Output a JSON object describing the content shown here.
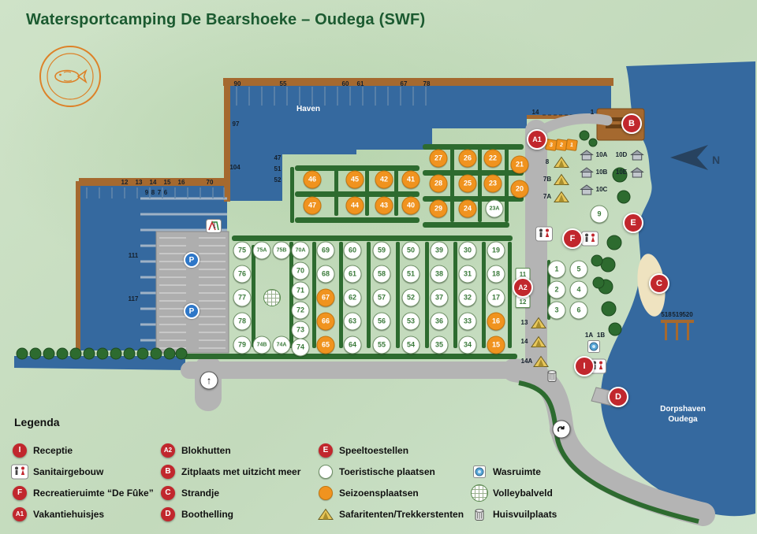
{
  "title": "Watersportcamping De Bearshoeke – Oudega (SWF)",
  "compass": "N",
  "colors": {
    "water": "#35699f",
    "pier": "#a5692f",
    "hedge": "#2d6b2f",
    "road": "#b4b4b4",
    "marker_red": "#c1272d",
    "site_orange": "#f0931f",
    "site_white": "#ffffff",
    "sand": "#efe3c0",
    "compass_navy": "#27425f",
    "title_green": "#1b5a30",
    "logo_orange": "#dd8127",
    "background_green": "#c9dfc2",
    "parking_blue": "#2e77c8"
  },
  "map": {
    "water_labels": [
      [
        "Haven",
        391,
        139
      ],
      [
        "Dorpshaven",
        866,
        520
      ],
      [
        "Oudega",
        866,
        533
      ]
    ],
    "pier_labels": [
      [
        "90",
        301,
        107
      ],
      [
        "55",
        359,
        107
      ],
      [
        "60",
        438,
        107
      ],
      [
        "61",
        457,
        107
      ],
      [
        "67",
        512,
        107
      ],
      [
        "78",
        541,
        107
      ],
      [
        "97",
        299,
        158
      ],
      [
        "104",
        298,
        213
      ],
      [
        "47",
        352,
        201
      ],
      [
        "51",
        352,
        215
      ],
      [
        "52",
        352,
        229
      ],
      [
        "12",
        158,
        232
      ],
      [
        "13",
        176,
        232
      ],
      [
        "14",
        194,
        232
      ],
      [
        "15",
        212,
        232
      ],
      [
        "16",
        230,
        232
      ],
      [
        "70",
        266,
        232
      ],
      [
        "9",
        186,
        245
      ],
      [
        "8",
        194,
        245
      ],
      [
        "7",
        202,
        245
      ],
      [
        "6",
        210,
        245
      ],
      [
        "111",
        169,
        325
      ],
      [
        "117",
        169,
        380
      ],
      [
        "14",
        679,
        143
      ],
      [
        "1",
        751,
        143
      ],
      [
        "518",
        845,
        400
      ],
      [
        "519",
        859,
        400
      ],
      [
        "520",
        872,
        400
      ],
      [
        "1A",
        747,
        426
      ],
      [
        "1B",
        762,
        426
      ]
    ],
    "sites": [
      [
        "46",
        396,
        228,
        "o"
      ],
      [
        "45",
        450,
        228,
        "o"
      ],
      [
        "42",
        487,
        228,
        "o"
      ],
      [
        "41",
        521,
        228,
        "o"
      ],
      [
        "47",
        396,
        261,
        "o"
      ],
      [
        "44",
        450,
        261,
        "o"
      ],
      [
        "43",
        487,
        261,
        "o"
      ],
      [
        "40",
        521,
        261,
        "o"
      ],
      [
        "27",
        556,
        201,
        "o"
      ],
      [
        "26",
        593,
        201,
        "o"
      ],
      [
        "22",
        625,
        201,
        "o"
      ],
      [
        "21",
        659,
        209,
        "o"
      ],
      [
        "28",
        556,
        233,
        "o"
      ],
      [
        "25",
        593,
        233,
        "o"
      ],
      [
        "23",
        625,
        233,
        "o"
      ],
      [
        "20",
        659,
        240,
        "o"
      ],
      [
        "29",
        556,
        265,
        "o"
      ],
      [
        "24",
        593,
        265,
        "o"
      ],
      [
        "23A",
        627,
        265,
        "w"
      ],
      [
        "75",
        307,
        318,
        "w"
      ],
      [
        "75A",
        332,
        318,
        "w"
      ],
      [
        "75B",
        357,
        318,
        "w"
      ],
      [
        "70A",
        381,
        318,
        "w"
      ],
      [
        "69",
        413,
        318,
        "w"
      ],
      [
        "60",
        447,
        318,
        "w"
      ],
      [
        "59",
        484,
        318,
        "w"
      ],
      [
        "50",
        521,
        318,
        "w"
      ],
      [
        "39",
        557,
        318,
        "w"
      ],
      [
        "30",
        593,
        318,
        "w"
      ],
      [
        "19",
        629,
        318,
        "w"
      ],
      [
        "76",
        307,
        348,
        "w"
      ],
      [
        "70",
        381,
        344,
        "w"
      ],
      [
        "68",
        413,
        348,
        "w"
      ],
      [
        "61",
        447,
        348,
        "w"
      ],
      [
        "58",
        484,
        348,
        "w"
      ],
      [
        "51",
        521,
        348,
        "w"
      ],
      [
        "38",
        557,
        348,
        "w"
      ],
      [
        "31",
        593,
        348,
        "w"
      ],
      [
        "18",
        629,
        348,
        "w"
      ],
      [
        "77",
        307,
        378,
        "w"
      ],
      [
        "71",
        381,
        369,
        "w"
      ],
      [
        "67",
        413,
        378,
        "o"
      ],
      [
        "62",
        447,
        378,
        "w"
      ],
      [
        "57",
        484,
        378,
        "w"
      ],
      [
        "52",
        521,
        378,
        "w"
      ],
      [
        "37",
        557,
        378,
        "w"
      ],
      [
        "32",
        593,
        378,
        "w"
      ],
      [
        "17",
        629,
        378,
        "w"
      ],
      [
        "78",
        307,
        408,
        "w"
      ],
      [
        "72",
        381,
        394,
        "w"
      ],
      [
        "66",
        413,
        408,
        "o"
      ],
      [
        "63",
        447,
        408,
        "w"
      ],
      [
        "56",
        484,
        408,
        "w"
      ],
      [
        "53",
        521,
        408,
        "w"
      ],
      [
        "36",
        557,
        408,
        "w"
      ],
      [
        "33",
        593,
        408,
        "w"
      ],
      [
        "16",
        629,
        408,
        "o"
      ],
      [
        "79",
        307,
        438,
        "w"
      ],
      [
        "74B",
        332,
        438,
        "w"
      ],
      [
        "74A",
        357,
        438,
        "w"
      ],
      [
        "73",
        381,
        419,
        "w"
      ],
      [
        "74",
        381,
        441,
        "w"
      ],
      [
        "65",
        413,
        438,
        "o"
      ],
      [
        "64",
        447,
        438,
        "w"
      ],
      [
        "55",
        484,
        438,
        "w"
      ],
      [
        "54",
        521,
        438,
        "w"
      ],
      [
        "35",
        557,
        438,
        "w"
      ],
      [
        "34",
        593,
        438,
        "w"
      ],
      [
        "15",
        629,
        438,
        "o"
      ],
      [
        "1",
        706,
        342,
        "w"
      ],
      [
        "5",
        734,
        342,
        "w"
      ],
      [
        "2",
        706,
        368,
        "w"
      ],
      [
        "4",
        734,
        368,
        "w"
      ],
      [
        "3",
        706,
        394,
        "w"
      ],
      [
        "6",
        734,
        394,
        "w"
      ],
      [
        "9",
        760,
        272,
        "w"
      ]
    ],
    "squares": [
      [
        "3",
        699,
        184,
        "o"
      ],
      [
        "2",
        712,
        184,
        "o"
      ],
      [
        "1",
        725,
        184,
        "o"
      ],
      [
        "11",
        663,
        348,
        "w"
      ],
      [
        "12",
        663,
        383,
        "w"
      ]
    ],
    "markers": [
      [
        "A1",
        681,
        177
      ],
      [
        "A2",
        663,
        365
      ],
      [
        "B",
        801,
        157
      ],
      [
        "C",
        836,
        360
      ],
      [
        "D",
        784,
        504
      ],
      [
        "E",
        803,
        283
      ],
      [
        "F",
        726,
        303
      ],
      [
        "I",
        741,
        465
      ]
    ],
    "tents": [
      [
        "8",
        712,
        206
      ],
      [
        "7B",
        712,
        228
      ],
      [
        "7A",
        712,
        250
      ],
      [
        "13",
        683,
        410
      ],
      [
        "14",
        683,
        434
      ],
      [
        "14A",
        686,
        459
      ]
    ],
    "cabins": [
      [
        "10A",
        744,
        197,
        "right"
      ],
      [
        "10B",
        744,
        219,
        "right"
      ],
      [
        "10C",
        744,
        241,
        "right"
      ],
      [
        "10D",
        808,
        197,
        "left"
      ],
      [
        "10E",
        808,
        219,
        "left"
      ]
    ],
    "icons": [
      [
        "parking",
        243,
        330
      ],
      [
        "parking",
        243,
        395
      ],
      [
        "playground",
        271,
        287
      ],
      [
        "sanitair",
        690,
        297
      ],
      [
        "sanitair",
        748,
        303
      ],
      [
        "sanitair",
        758,
        465
      ],
      [
        "volleyball",
        345,
        378
      ],
      [
        "trash",
        700,
        477
      ],
      [
        "wash",
        753,
        440
      ],
      [
        "roundabout",
        712,
        545
      ],
      [
        "entrance",
        265,
        483
      ]
    ]
  },
  "legend": {
    "heading": "Legenda",
    "columns": [
      [
        {
          "icon": "marker",
          "letter": "I",
          "label": "Receptie"
        },
        {
          "icon": "sanitair",
          "label": "Sanitairgebouw"
        },
        {
          "icon": "marker",
          "letter": "F",
          "label": "Recreatieruimte “De Fûke”"
        },
        {
          "icon": "marker",
          "letter": "A1",
          "label": "Vakantiehuisjes"
        }
      ],
      [
        {
          "icon": "marker",
          "letter": "A2",
          "label": "Blokhutten"
        },
        {
          "icon": "marker",
          "letter": "B",
          "label": "Zitplaats met uitzicht meer"
        },
        {
          "icon": "marker",
          "letter": "C",
          "label": "Strandje"
        },
        {
          "icon": "marker",
          "letter": "D",
          "label": "Boothelling"
        }
      ],
      [
        {
          "icon": "marker",
          "letter": "E",
          "label": "Speeltoestellen"
        },
        {
          "icon": "site-white",
          "label": "Toeristische plaatsen"
        },
        {
          "icon": "site-orange",
          "label": "Seizoensplaatsen"
        },
        {
          "icon": "tent",
          "label": "Safaritenten/Trekkerstenten"
        }
      ],
      [
        {
          "icon": "wash",
          "label": "Wasruimte"
        },
        {
          "icon": "volleyball",
          "label": "Volleybalveld"
        },
        {
          "icon": "trash",
          "label": "Huisvuilplaats"
        }
      ]
    ]
  }
}
